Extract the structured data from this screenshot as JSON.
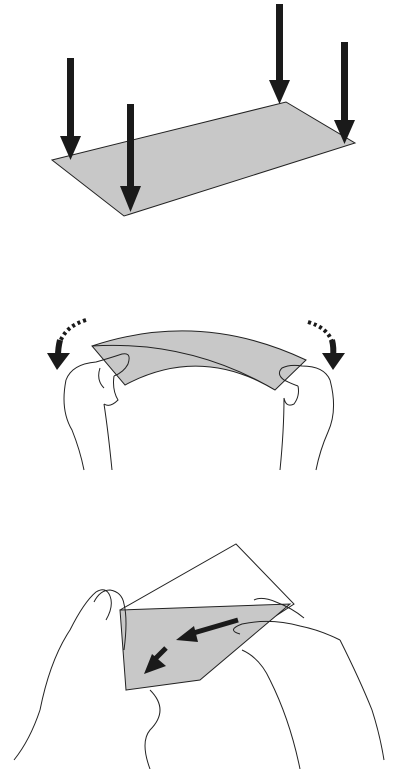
{
  "figure": {
    "panels": [
      {
        "id": "flatten-paper",
        "description_name": "press-paper-flat"
      },
      {
        "id": "bend-paper",
        "description_name": "flex-paper-edges"
      },
      {
        "id": "flatten-envelope",
        "description_name": "press-envelope-flat"
      }
    ],
    "colors": {
      "paper_fill": "#c8c8c8",
      "envelope_fill": "#c8c8c8",
      "line": "#111111",
      "arrow": "#1a1a1a",
      "background": "#ffffff"
    },
    "icons": [
      "down-arrow-icon",
      "curved-arrow-icon",
      "double-arrow-icon",
      "hand-icon"
    ]
  }
}
